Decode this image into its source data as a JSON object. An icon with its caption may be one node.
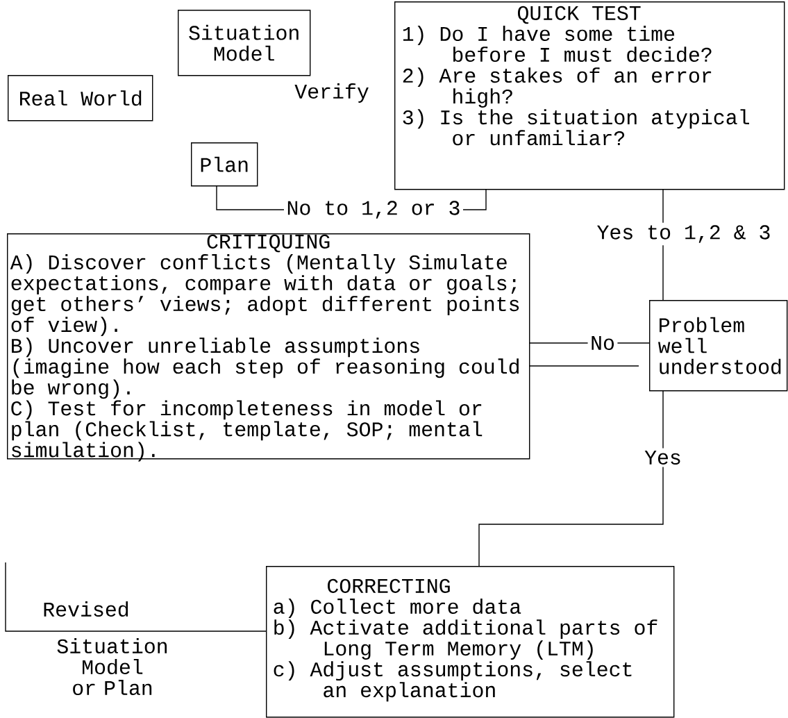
{
  "diagram": {
    "nodes": [
      {
        "text": [
          "Situation Model"
        ]
      },
      {
        "text": [
          "Real World"
        ]
      },
      {
        "text": [
          "Plan"
        ]
      },
      {
        "text": [
          "QUICK TEST",
          "1) Do I have some time before I must decide?",
          "2) Are stakes of an error high?",
          "3) Is the situation atypical or unfamiliar?"
        ]
      },
      {
        "text": [
          "CRITIQUING",
          "A) Discover conflicts (Mentally Simulate expectations, compare with data or goals; get others’ views; adopt different points of view).",
          "B) Uncover unreliable assumptions (imagine how each step of reasoning could be wrong).",
          "C) Test for incompleteness in model or plan (Checklist, template, SOP; mental simulation)."
        ]
      },
      {
        "text": [
          "Problem well understood"
        ]
      },
      {
        "text": [
          "CORRECTING",
          "a) Collect more data",
          "b) Activate additional parts of Long Term Memory (LTM)",
          "c) Adjust assumptions, select an explanation"
        ]
      }
    ],
    "edges": [
      {
        "from": 3,
        "to": 2,
        "arrow": "none",
        "label": "No to 1,2 or 3"
      },
      {
        "from": 3,
        "to": 5,
        "arrow": "none",
        "label": "Yes to 1,2 & 3"
      },
      {
        "from": 5,
        "to": 4,
        "arrow": "none",
        "label": "No"
      },
      {
        "from": 4,
        "to": null,
        "arrow": "none"
      },
      {
        "from": 5,
        "to": 6,
        "arrow": "none",
        "label": "Yes"
      },
      {
        "from": 6,
        "to": null,
        "arrow": "none"
      }
    ],
    "labels": [
      "Verify",
      "Revised",
      "Situation Model or Plan"
    ]
  }
}
